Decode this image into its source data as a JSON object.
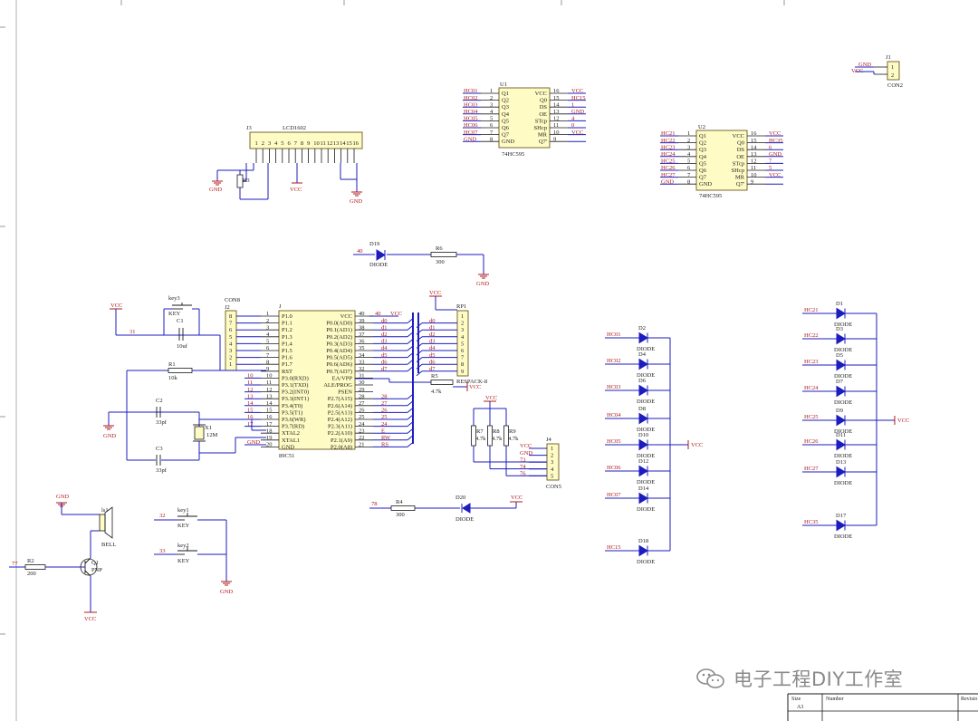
{
  "watermark": {
    "text": "电子工程DIY工作室",
    "icon": "wechat-icon"
  },
  "title_block": {
    "size_label": "Size",
    "size_value": "A3",
    "number_label": "Number",
    "revision_label": "Revisio"
  },
  "j1": {
    "ref": "J1",
    "part": "CON2",
    "pin1": "1",
    "pin2": "2",
    "gnd": "GND",
    "vcc": "VCC"
  },
  "j3": {
    "ref": "J3",
    "part": "LCD1602",
    "r3": "R3",
    "gnd1": "GND",
    "vcc": "VCC",
    "gnd2": "GND"
  },
  "u1": {
    "ref": "U1",
    "part": "74HC595",
    "left_pins": [
      {
        "net": "HC01",
        "num": "1",
        "name": "Q1"
      },
      {
        "net": "HC02",
        "num": "2",
        "name": "Q2"
      },
      {
        "net": "HC03",
        "num": "3",
        "name": "Q3"
      },
      {
        "net": "HC04",
        "num": "4",
        "name": "Q4"
      },
      {
        "net": "HC05",
        "num": "5",
        "name": "Q5"
      },
      {
        "net": "HC06",
        "num": "6",
        "name": "Q6"
      },
      {
        "net": "HC07",
        "num": "7",
        "name": "Q7"
      },
      {
        "net": "GND",
        "num": "8",
        "name": "GND"
      }
    ],
    "right_pins": [
      {
        "name": "VCC",
        "num": "16",
        "net": "VCC"
      },
      {
        "name": "Q0",
        "num": "15",
        "net": "HC15"
      },
      {
        "name": "DS",
        "num": "14",
        "net": "1"
      },
      {
        "name": "OE",
        "num": "13",
        "net": "GND"
      },
      {
        "name": "STcp",
        "num": "12",
        "net": "4"
      },
      {
        "name": "SHcp",
        "num": "11",
        "net": "0"
      },
      {
        "name": "MR",
        "num": "10",
        "net": "VCC"
      },
      {
        "name": "Q7'",
        "num": "9",
        "net": ""
      }
    ]
  },
  "u2": {
    "ref": "U2",
    "part": "74HC595",
    "left_pins": [
      {
        "net": "HC21",
        "num": "1",
        "name": "Q1"
      },
      {
        "net": "HC22",
        "num": "2",
        "name": "Q2"
      },
      {
        "net": "HC23",
        "num": "3",
        "name": "Q3"
      },
      {
        "net": "HC24",
        "num": "4",
        "name": "Q4"
      },
      {
        "net": "HC25",
        "num": "5",
        "name": "Q5"
      },
      {
        "net": "HC26",
        "num": "6",
        "name": "Q6"
      },
      {
        "net": "HC27",
        "num": "7",
        "name": "Q7"
      },
      {
        "net": "GND",
        "num": "8",
        "name": "GND"
      }
    ],
    "right_pins": [
      {
        "name": "VCC",
        "num": "16",
        "net": "VCC"
      },
      {
        "name": "Q0",
        "num": "15",
        "net": "HC35"
      },
      {
        "name": "DS",
        "num": "14",
        "net": "6"
      },
      {
        "name": "OE",
        "num": "13",
        "net": "GND"
      },
      {
        "name": "STcp",
        "num": "12",
        "net": "7"
      },
      {
        "name": "SHcp",
        "num": "11",
        "net": "5"
      },
      {
        "name": "MR",
        "num": "10",
        "net": "VCC"
      },
      {
        "name": "Q7'",
        "num": "9",
        "net": ""
      }
    ]
  },
  "d19": {
    "ref": "D19",
    "part": "DIODE",
    "net": "40",
    "r6": "R6",
    "r6v": "300",
    "gnd": "GND"
  },
  "mcu": {
    "ref": "J",
    "part": "89C51",
    "con": "CON8",
    "j2": "J2",
    "vcc": "VCC",
    "vcc_net": "40",
    "left_pins": [
      {
        "num": "1",
        "name": "P1.0"
      },
      {
        "num": "2",
        "name": "P1.1"
      },
      {
        "num": "3",
        "name": "P1.2"
      },
      {
        "num": "4",
        "name": "P1.3"
      },
      {
        "num": "5",
        "name": "P1.4"
      },
      {
        "num": "6",
        "name": "P1.5"
      },
      {
        "num": "7",
        "name": "P1.6"
      },
      {
        "num": "8",
        "name": "P1.7"
      },
      {
        "num": "9",
        "name": "RST"
      },
      {
        "num": "10",
        "name": "P3.0(RXD)"
      },
      {
        "num": "11",
        "name": "P3.1(TXD)"
      },
      {
        "num": "12",
        "name": "P3.2(INT0)"
      },
      {
        "num": "13",
        "name": "P3.3(INT1)"
      },
      {
        "num": "14",
        "name": "P3.4(T0)"
      },
      {
        "num": "15",
        "name": "P3.5(T1)"
      },
      {
        "num": "16",
        "name": "P3.6(WR)"
      },
      {
        "num": "17",
        "name": "P3.7(RD)"
      },
      {
        "num": "18",
        "name": "XTAL2"
      },
      {
        "num": "19",
        "name": "XTAL1"
      },
      {
        "num": "20",
        "name": "GND"
      }
    ],
    "left_nets": [
      "10",
      "11",
      "12",
      "13",
      "14",
      "15",
      "16",
      "17"
    ],
    "right_pins": [
      {
        "num": "40",
        "name": "VCC"
      },
      {
        "num": "39",
        "name": "P0.0(AD0)"
      },
      {
        "num": "38",
        "name": "P0.1(AD1)"
      },
      {
        "num": "37",
        "name": "P0.2(AD2)"
      },
      {
        "num": "36",
        "name": "P0.3(AD3)"
      },
      {
        "num": "35",
        "name": "P0.4(AD4)"
      },
      {
        "num": "34",
        "name": "P0.5(AD5)"
      },
      {
        "num": "33",
        "name": "P0.6(AD6)"
      },
      {
        "num": "32",
        "name": "P0.7(AD7)"
      },
      {
        "num": "31",
        "name": "EA/VPP"
      },
      {
        "num": "30",
        "name": "ALE/PROG"
      },
      {
        "num": "29",
        "name": "PSEN"
      },
      {
        "num": "28",
        "name": "P2.7(A15)"
      },
      {
        "num": "27",
        "name": "P2.6(A14)"
      },
      {
        "num": "26",
        "name": "P2.5(A13)"
      },
      {
        "num": "25",
        "name": "P2.4(A12)"
      },
      {
        "num": "24",
        "name": "P2.3(A11)"
      },
      {
        "num": "23",
        "name": "P2.2(A10)"
      },
      {
        "num": "22",
        "name": "P2.1(A9)"
      },
      {
        "num": "21",
        "name": "P2.0(A8)"
      }
    ],
    "right_nets": [
      "",
      "d0",
      "d1",
      "d2",
      "d3",
      "d4",
      "d5",
      "d6",
      "d7",
      "",
      "",
      "",
      "28",
      "27",
      "26",
      "25",
      "24",
      "E",
      "RW",
      "RS"
    ],
    "gnd_net": "GND"
  },
  "rp1": {
    "ref": "RP1",
    "part": "RESPACK-8",
    "vcc": "VCC",
    "nets": [
      "d0",
      "d1",
      "d2",
      "d3",
      "d4",
      "d5",
      "d6",
      "d7"
    ],
    "pins": [
      "1",
      "2",
      "3",
      "4",
      "5",
      "6",
      "7",
      "8",
      "9"
    ]
  },
  "r5": {
    "ref": "R5",
    "value": "4.7k",
    "vcc": "VCC"
  },
  "r789": {
    "vcc": "VCC",
    "refs": [
      "R7",
      "R8",
      "R9"
    ],
    "values": [
      "4.7k",
      "4.7k",
      "4.7k"
    ]
  },
  "j4": {
    "ref": "J4",
    "part": "CON5",
    "nets": [
      "VCC",
      "GND",
      "73",
      "74",
      "76"
    ],
    "pins": [
      "1",
      "2",
      "3",
      "4",
      "5"
    ]
  },
  "reset": {
    "vcc": "VCC",
    "net31": "31",
    "key3": "key3",
    "key3_label": "KEY",
    "c1": "C1",
    "c1v": "10uf",
    "r1": "R1",
    "r1v": "10k"
  },
  "crystal": {
    "c2": "C2",
    "c2v": "33pf",
    "c3": "C3",
    "c3v": "33pf",
    "x1": "X1",
    "x1v": "12M",
    "gnd": "GND"
  },
  "r4": {
    "net": "78",
    "ref": "R4",
    "value": "300",
    "d20": "D20",
    "d20p": "DIODE",
    "vcc": "VCC"
  },
  "bell": {
    "gnd": "GND",
    "ls1": "ls1",
    "bell": "BELL",
    "q1": "Q1",
    "q1p": "PNP",
    "r2": "R2",
    "r2v": "200",
    "net": "77",
    "vcc": "VCC"
  },
  "keys": {
    "key1": "key1",
    "key1_label": "KEY",
    "net32": "32",
    "key2": "key2",
    "key2_label": "KEY",
    "net33": "33",
    "gnd": "GND"
  },
  "diodes_left": {
    "vcc": "VCC",
    "items": [
      {
        "net": "HC01",
        "ref": "D2",
        "part": "DIODE"
      },
      {
        "net": "HC02",
        "ref": "D4",
        "part": "DIODE"
      },
      {
        "net": "HC03",
        "ref": "D6",
        "part": "DIODE"
      },
      {
        "net": "HC04",
        "ref": "D8",
        "part": "DIODE"
      },
      {
        "net": "HC05",
        "ref": "D10",
        "part": "DIODE"
      },
      {
        "net": "HC06",
        "ref": "D12",
        "part": "DIODE"
      },
      {
        "net": "HC07",
        "ref": "D14",
        "part": "DIODE"
      },
      {
        "net": "HC15",
        "ref": "D18",
        "part": "DIODE"
      }
    ]
  },
  "diodes_right": {
    "vcc": "VCC",
    "items": [
      {
        "net": "HC21",
        "ref": "D1",
        "part": "DIODE"
      },
      {
        "net": "HC22",
        "ref": "D3",
        "part": "DIODE"
      },
      {
        "net": "HC23",
        "ref": "D5",
        "part": "DIODE"
      },
      {
        "net": "HC24",
        "ref": "D7",
        "part": "DIODE"
      },
      {
        "net": "HC25",
        "ref": "D9",
        "part": "DIODE"
      },
      {
        "net": "HC26",
        "ref": "D11",
        "part": "DIODE"
      },
      {
        "net": "HC27",
        "ref": "D13",
        "part": "DIODE"
      },
      {
        "net": "HC35",
        "ref": "D17",
        "part": "DIODE"
      }
    ]
  }
}
